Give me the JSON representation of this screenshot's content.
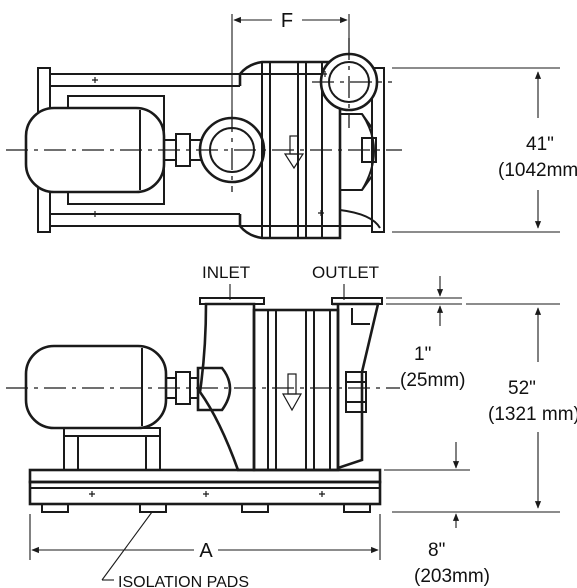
{
  "labels": {
    "dim_f": "F",
    "height_top_in": "41\"",
    "height_top_mm": "(1042mm)",
    "inlet": "INLET",
    "outlet": "OUTLET",
    "flange_in": "1\"",
    "flange_mm": "(25mm)",
    "height_side_in": "52\"",
    "height_side_mm": "(1321 mm)",
    "base_in": "8\"",
    "base_mm": "(203mm)",
    "dim_a": "A",
    "isolation_pads": "ISOLATION PADS"
  },
  "colors": {
    "line": "#1a1a1a",
    "background": "#ffffff"
  }
}
